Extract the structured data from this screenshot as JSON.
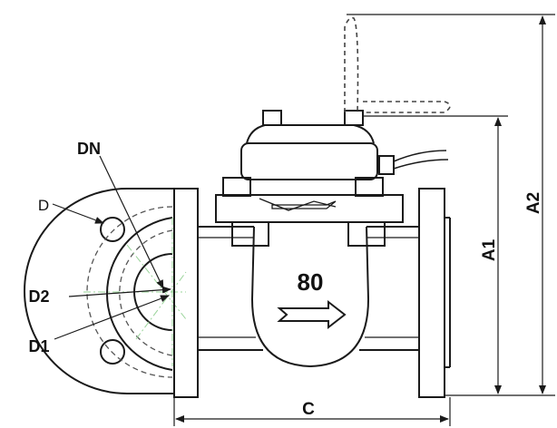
{
  "diagram": {
    "size_label": "80",
    "labels": {
      "dn": "DN",
      "d": "D",
      "d1": "D1",
      "d2": "D2",
      "a1": "A1",
      "a2": "A2",
      "c": "C"
    },
    "colors": {
      "line": "#1a1a1a",
      "dash": "#444444",
      "center_line": "#9ad49a",
      "background": "#ffffff"
    },
    "icons": {
      "flow": "flow-direction-arrow-icon"
    }
  }
}
